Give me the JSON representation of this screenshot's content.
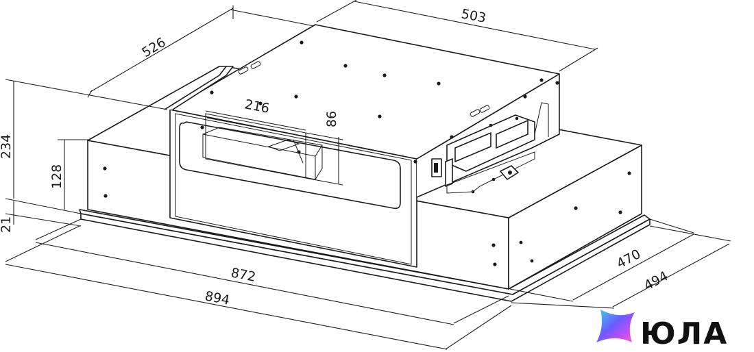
{
  "dimensions": {
    "depth_top": "526",
    "width_top": "503",
    "height_total": "234",
    "height_body": "128",
    "frame_height": "21",
    "duct_width": "216",
    "duct_height": "86",
    "length_inner": "872",
    "length_outer": "894",
    "depth_inner": "470",
    "depth_outer": "494"
  },
  "logo": {
    "text": "ЮЛА",
    "colors": [
      "#3fd3e8",
      "#6a5cff",
      "#c64bff",
      "#ff5fa8"
    ]
  }
}
